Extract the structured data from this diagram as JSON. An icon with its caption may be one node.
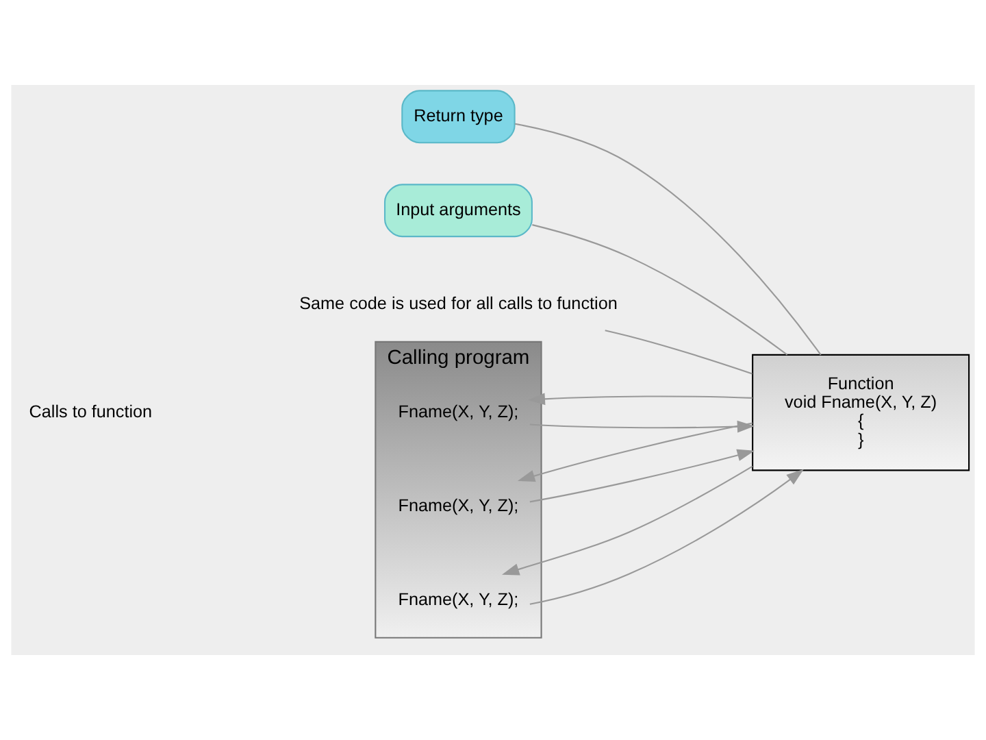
{
  "diagram": {
    "nodes": [
      {
        "text": [
          "Calling program"
        ]
      },
      {
        "text": [
          "Fname(X, Y, Z);"
        ],
        "in": 0
      },
      {
        "text": [
          "Fname(X, Y, Z);"
        ],
        "in": 0
      },
      {
        "text": [
          "Fname(X, Y, Z);"
        ],
        "in": 0
      },
      {
        "text": [
          "Function",
          "void Fname(X, Y, Z)",
          "{",
          "}"
        ]
      },
      {
        "text": [
          "Return type"
        ]
      },
      {
        "text": [
          "Input arguments"
        ]
      },
      {
        "text": [
          "Same code is used for all calls to function"
        ]
      }
    ],
    "edges": [
      {
        "from": 1,
        "to": 4,
        "arrow": "to"
      },
      {
        "from": 2,
        "to": 4,
        "arrow": "to"
      },
      {
        "from": 3,
        "to": 4,
        "arrow": "to"
      },
      {
        "from": 4,
        "to": 1,
        "arrow": "to"
      },
      {
        "from": 4,
        "to": 2,
        "arrow": "to"
      },
      {
        "from": 4,
        "to": 3,
        "arrow": "to"
      },
      {
        "from": 5,
        "to": 4,
        "arrow": "none"
      },
      {
        "from": 6,
        "to": 4,
        "arrow": "none"
      },
      {
        "from": 7,
        "to": 4,
        "arrow": "none"
      }
    ],
    "labels": [
      "Calls to function"
    ]
  }
}
